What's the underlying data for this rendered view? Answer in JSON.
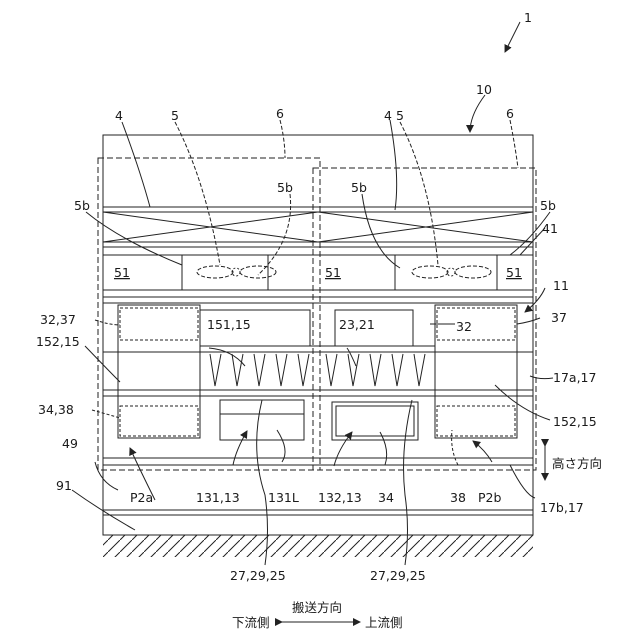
{
  "labels": {
    "fig": "1",
    "l10": "10",
    "l6a": "6",
    "l6b": "6",
    "l4a": "4",
    "l5a": "5",
    "l4b": "4",
    "l5b": "5",
    "l5b_1": "5b",
    "l5b_2": "5b",
    "l5b_3": "5b",
    "l5b_4": "5b",
    "l41": "41",
    "l51a": "51",
    "l51b": "51",
    "l51c": "51",
    "l11": "11",
    "l32_37": "32,37",
    "l152_15a": "152,15",
    "l151_15": "151,15",
    "l23_21": "23,21",
    "l32": "32",
    "l37": "37",
    "l17a": "17a,17",
    "l34_38": "34,38",
    "l152_15b": "152,15",
    "l49": "49",
    "l91": "91",
    "lP2a": "P2a",
    "l131_13": "131,13",
    "l131L": "131L",
    "l132_13": "132,13",
    "l34": "34",
    "l38": "38",
    "lP2b": "P2b",
    "height_dir": "高さ方向",
    "l17b": "17b,17",
    "l27a": "27,29,25",
    "l27b": "27,29,25",
    "transport_dir": "搬送方向",
    "downstream": "下流側",
    "upstream": "上流側"
  }
}
